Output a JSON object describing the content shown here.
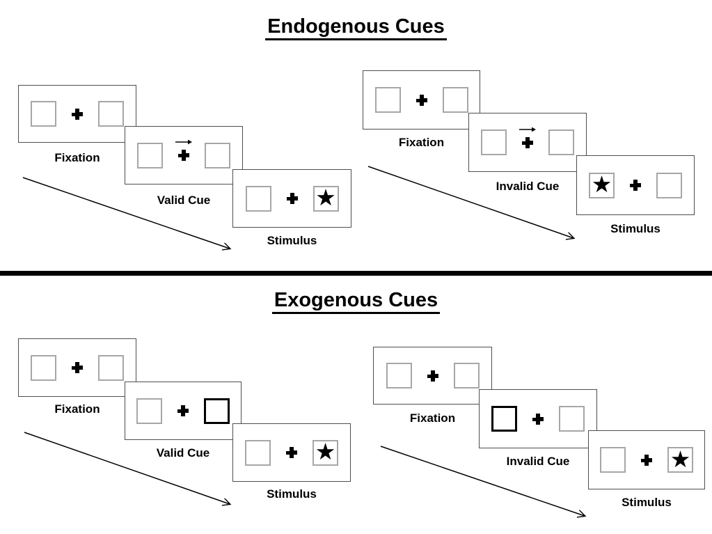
{
  "sections": [
    {
      "id": "endogenous",
      "title": "Endogenous Cues",
      "sequences": [
        {
          "id": "valid",
          "panels": [
            {
              "label": "Fixation",
              "left": "empty",
              "right": "empty",
              "cue_arrow": false
            },
            {
              "label": "Valid Cue",
              "left": "empty",
              "right": "empty",
              "cue_arrow": true
            },
            {
              "label": "Stimulus",
              "left": "empty",
              "right": "star",
              "cue_arrow": false
            }
          ]
        },
        {
          "id": "invalid",
          "panels": [
            {
              "label": "Fixation",
              "left": "empty",
              "right": "empty",
              "cue_arrow": false
            },
            {
              "label": "Invalid Cue",
              "left": "empty",
              "right": "empty",
              "cue_arrow": true
            },
            {
              "label": "Stimulus",
              "left": "star",
              "right": "empty",
              "cue_arrow": false
            }
          ]
        }
      ]
    },
    {
      "id": "exogenous",
      "title": "Exogenous Cues",
      "sequences": [
        {
          "id": "valid",
          "panels": [
            {
              "label": "Fixation",
              "left": "empty",
              "right": "empty",
              "cue_arrow": false
            },
            {
              "label": "Valid Cue",
              "left": "empty",
              "right": "bold",
              "cue_arrow": false
            },
            {
              "label": "Stimulus",
              "left": "empty",
              "right": "star",
              "cue_arrow": false
            }
          ]
        },
        {
          "id": "invalid",
          "panels": [
            {
              "label": "Fixation",
              "left": "empty",
              "right": "empty",
              "cue_arrow": false
            },
            {
              "label": "Invalid Cue",
              "left": "bold",
              "right": "empty",
              "cue_arrow": false
            },
            {
              "label": "Stimulus",
              "left": "empty",
              "right": "star",
              "cue_arrow": false
            }
          ]
        }
      ]
    }
  ],
  "icons": {
    "star": "★"
  },
  "colors": {
    "background": "#ffffff",
    "ink": "#000000",
    "panel_border": "#4d4d4d",
    "box_border": "#a6a6a6",
    "bold_box_border": "#000000",
    "divider": "#000000"
  }
}
